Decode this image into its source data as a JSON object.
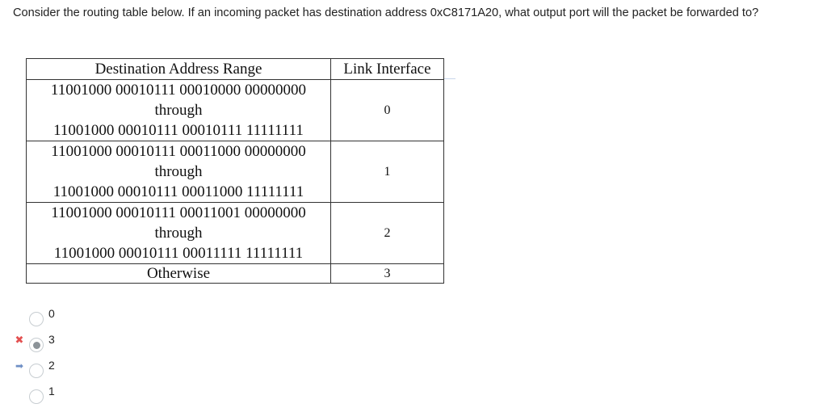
{
  "question": {
    "text": "Consider the routing table below. If an incoming packet has destination address 0xC8171A20, what output port will the packet be forwarded to?"
  },
  "table": {
    "headers": [
      "Destination Address Range",
      "Link Interface"
    ],
    "rows": [
      {
        "from": "11001000 00010111 00010000 00000000",
        "through": "through",
        "to": "11001000 00010111 00010111 11111111",
        "link": "0"
      },
      {
        "from": "11001000 00010111 00011000 00000000",
        "through": "through",
        "to": "11001000 00010111 00011000 11111111",
        "link": "1"
      },
      {
        "from": "11001000 00010111 00011001 00000000",
        "through": "through",
        "to": "11001000 00010111 00011111 11111111",
        "link": "2"
      }
    ],
    "otherwise": {
      "label": "Otherwise",
      "link": "3"
    }
  },
  "answers": [
    {
      "label": "0",
      "selected": false,
      "marker": ""
    },
    {
      "label": "3",
      "selected": true,
      "marker": "incorrect"
    },
    {
      "label": "2",
      "selected": false,
      "marker": "correct"
    },
    {
      "label": "1",
      "selected": false,
      "marker": ""
    }
  ],
  "icons": {
    "incorrect": "✖",
    "correct": "➡"
  },
  "colors": {
    "incorrect_marker": "#e35050",
    "correct_marker": "#6f8fc5",
    "selected_dot": "#8c9398"
  }
}
